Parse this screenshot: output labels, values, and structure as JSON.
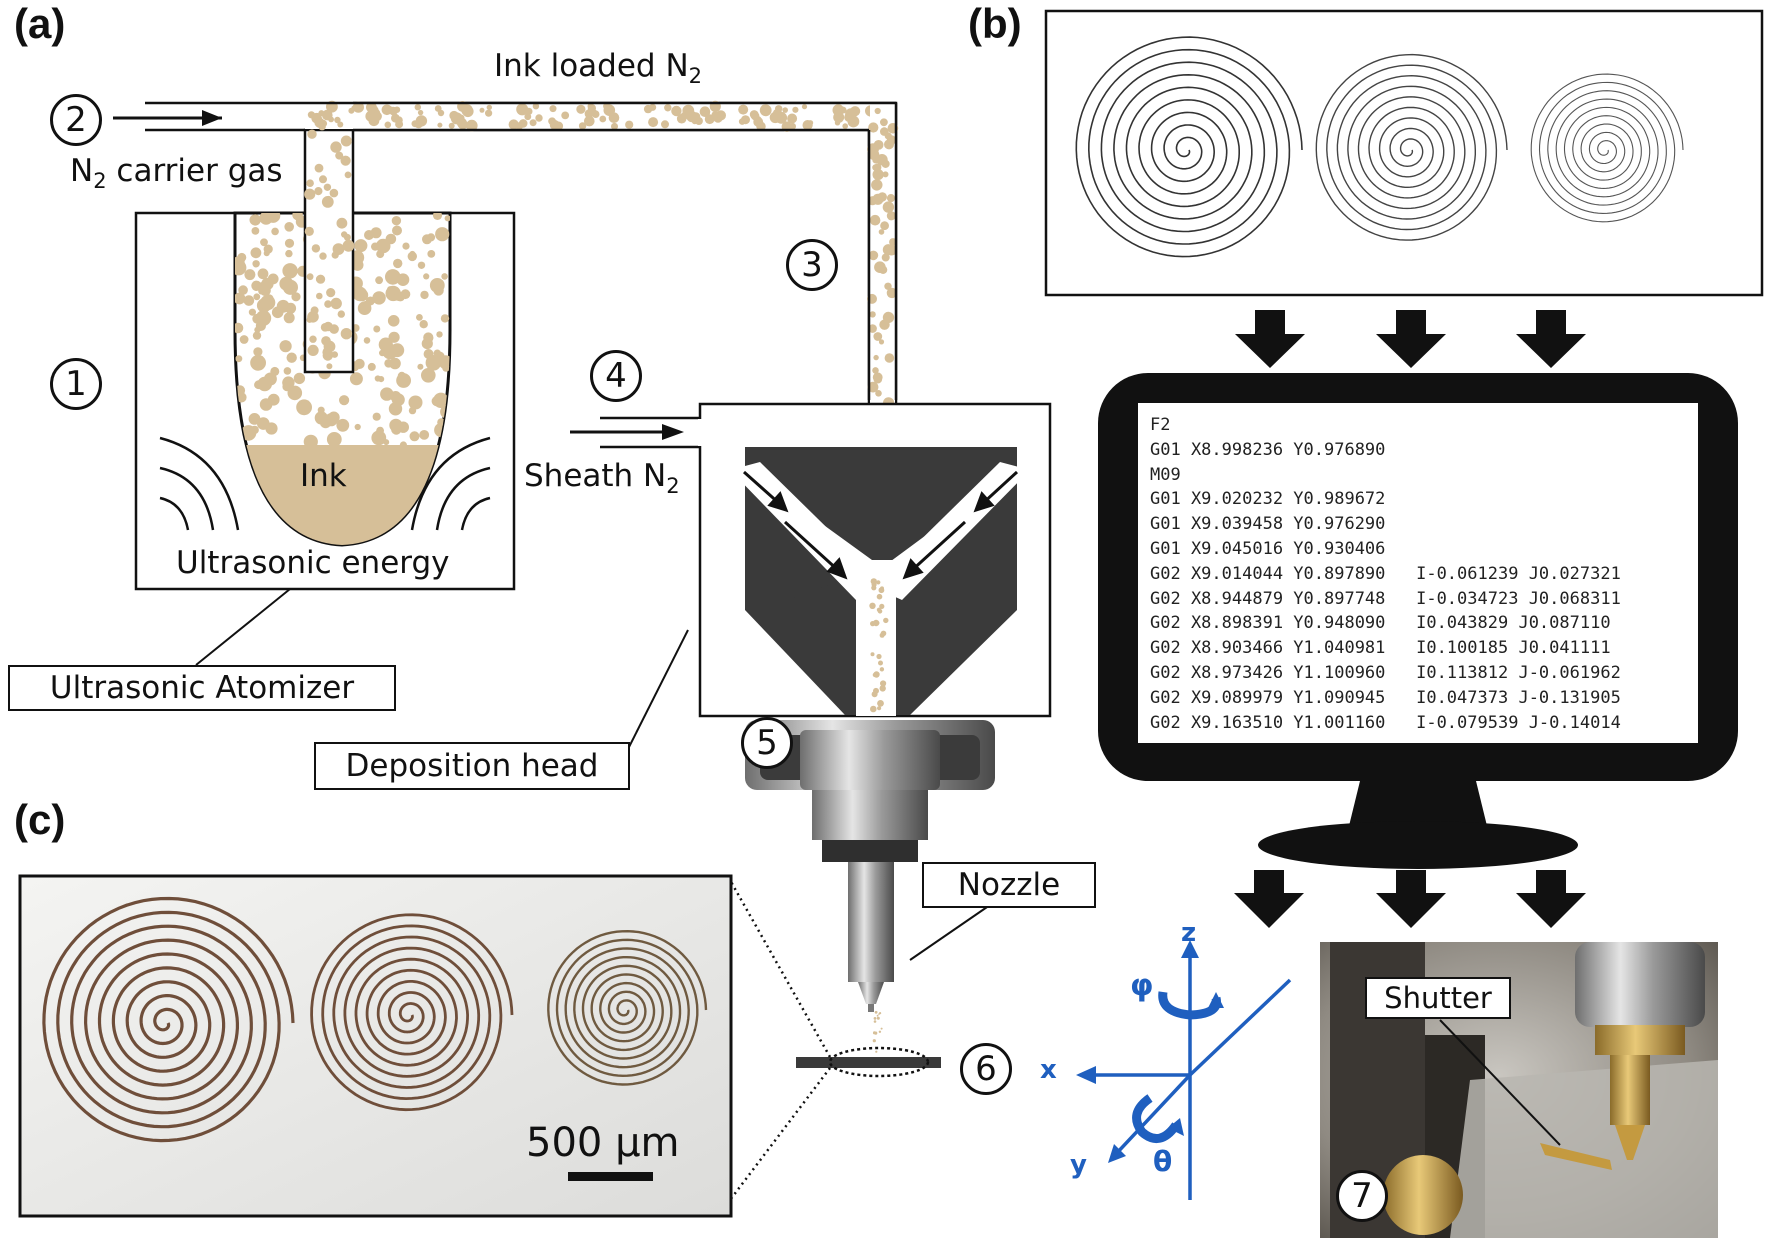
{
  "panels": {
    "a": "(a)",
    "b": "(b)",
    "c": "(c)"
  },
  "labels": {
    "ink_loaded_prefix": "Ink loaded N",
    "ink_loaded_sub": "2",
    "carrier_prefix": "N",
    "carrier_sub": "2",
    "carrier_suffix": " carrier gas",
    "ink": "Ink",
    "ultrasonic_energy": "Ultrasonic energy",
    "ultrasonic_atomizer": "Ultrasonic Atomizer",
    "sheath_prefix": "Sheath N",
    "sheath_sub": "2",
    "deposition_head": "Deposition head",
    "nozzle": "Nozzle",
    "shutter": "Shutter",
    "scale_bar": "500 µm"
  },
  "steps": [
    "1",
    "2",
    "3",
    "4",
    "5",
    "6",
    "7"
  ],
  "gcode": [
    "F2",
    "G01 X8.998236 Y0.976890",
    "M09",
    "G01 X9.020232 Y0.989672",
    "G01 X9.039458 Y0.976290",
    "G01 X9.045016 Y0.930406",
    "G02 X9.014044 Y0.897890   I-0.061239 J0.027321",
    "G02 X8.944879 Y0.897748   I-0.034723 J0.068311",
    "G02 X8.898391 Y0.948090   I0.043829 J0.087110",
    "G02 X8.903466 Y1.040981   I0.100185 J0.041111",
    "G02 X8.973426 Y1.100960   I0.113812 J-0.061962",
    "G02 X9.089979 Y1.090945   I0.047373 J-0.131905",
    "G02 X9.163510 Y1.001160   I-0.079539 J-0.14014"
  ],
  "axes": {
    "z": "z",
    "x": "x",
    "y": "y",
    "phi": "φ",
    "theta": "θ"
  },
  "colors": {
    "ink": "#d6bf98",
    "dark_block": "#3a3a3a",
    "axis_blue": "#1f5fbf",
    "line": "#111111"
  }
}
